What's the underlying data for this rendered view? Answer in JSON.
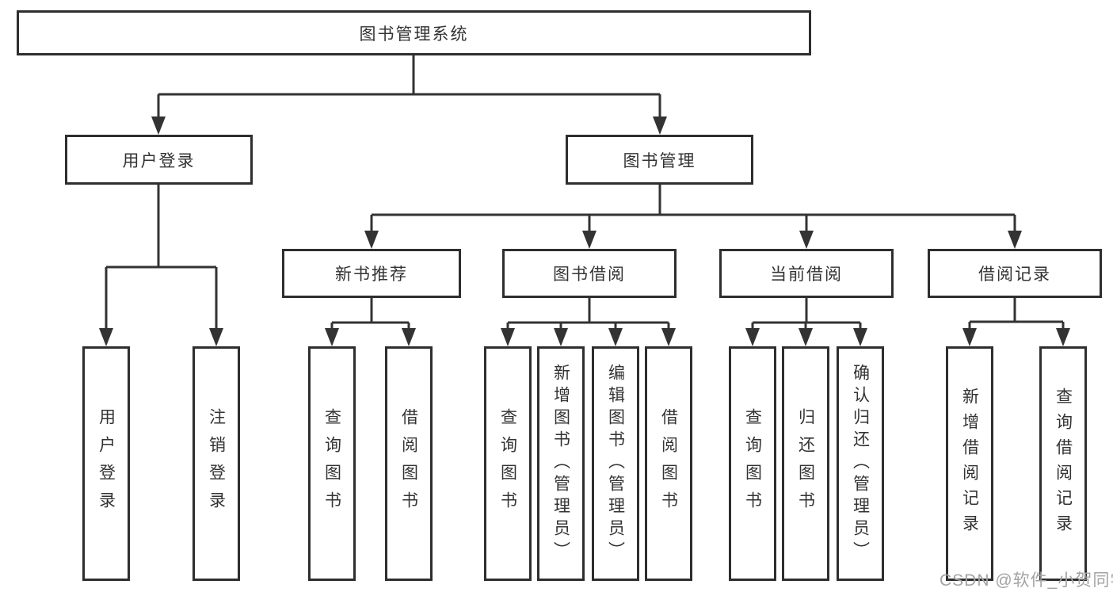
{
  "colors": {
    "line": "#333333",
    "box_border": "#2e2e2e",
    "box_background": "#ffffff",
    "text": "#333333",
    "watermark": "#a3a3a3"
  },
  "tree": {
    "root": {
      "label": "图书管理系统",
      "children": [
        {
          "label": "用户登录",
          "children": [
            {
              "label": "用户登录"
            },
            {
              "label": "注销登录"
            }
          ]
        },
        {
          "label": "图书管理",
          "children": [
            {
              "label": "新书推荐",
              "children": [
                {
                  "label": "查询图书"
                },
                {
                  "label": "借阅图书"
                }
              ]
            },
            {
              "label": "图书借阅",
              "children": [
                {
                  "label": "查询图书"
                },
                {
                  "label": "新增图书（管理员）"
                },
                {
                  "label": "编辑图书（管理员）"
                },
                {
                  "label": "借阅图书"
                }
              ]
            },
            {
              "label": "当前借阅",
              "children": [
                {
                  "label": "查询图书"
                },
                {
                  "label": "归还图书"
                },
                {
                  "label": "确认归还（管理员）"
                }
              ]
            },
            {
              "label": "借阅记录",
              "children": [
                {
                  "label": "新增借阅记录"
                },
                {
                  "label": "查询借阅记录"
                }
              ]
            }
          ]
        }
      ]
    }
  },
  "watermark": {
    "text": "CSDN @软件_小贺同学"
  }
}
